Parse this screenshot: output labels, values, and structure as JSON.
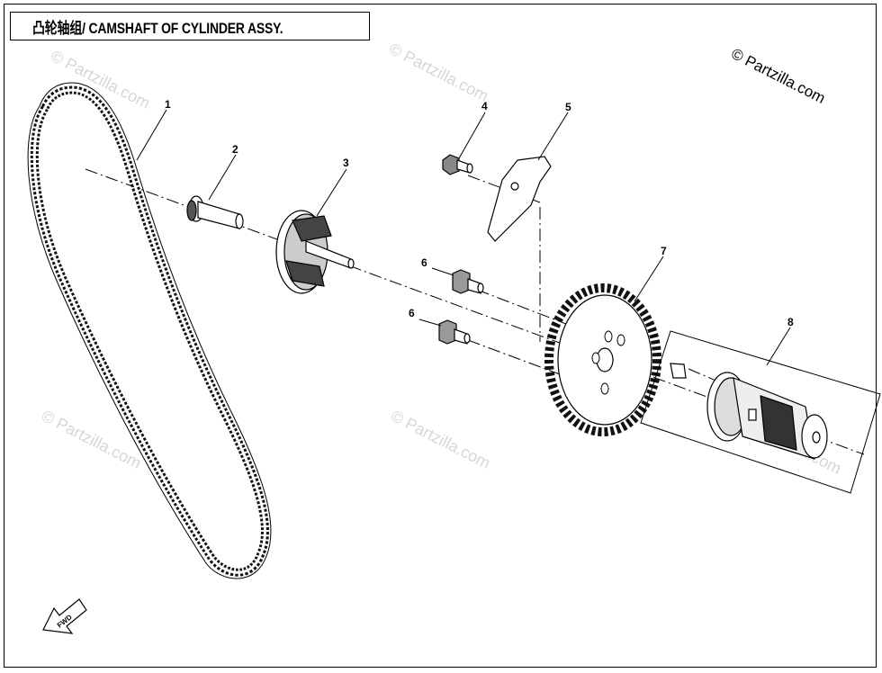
{
  "title": "凸轮轴组/ CAMSHAFT OF CYLINDER ASSY.",
  "copyright": "© Partzilla.com",
  "watermarks": [
    "© Partzilla.com",
    "© Partzilla.com",
    "© Partzilla.com",
    "© Partzilla.com",
    "© Partzilla.com"
  ],
  "callouts": {
    "c1": "1",
    "c2": "2",
    "c3": "3",
    "c4": "4",
    "c5": "5",
    "c6a": "6",
    "c6b": "6",
    "c7": "7",
    "c8": "8"
  },
  "fwd_label": "FWD",
  "colors": {
    "line": "#000000",
    "watermark": "#d6d6d6",
    "chain": "#2a2a2a"
  }
}
